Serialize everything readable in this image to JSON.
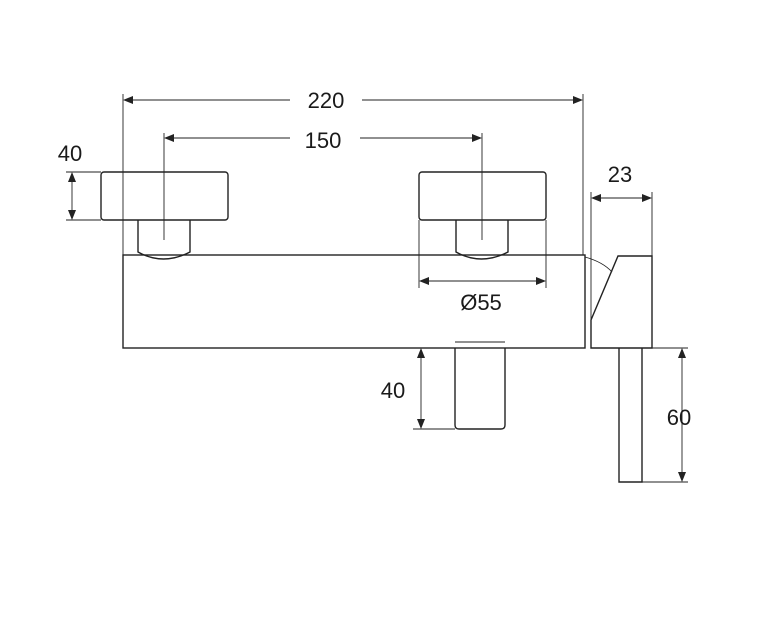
{
  "dimensions": {
    "overall_width": "220",
    "handle_spacing": "150",
    "handle_height": "40",
    "depth": "23",
    "diameter": "Ø55",
    "outlet_height": "40",
    "lever_length": "60"
  }
}
